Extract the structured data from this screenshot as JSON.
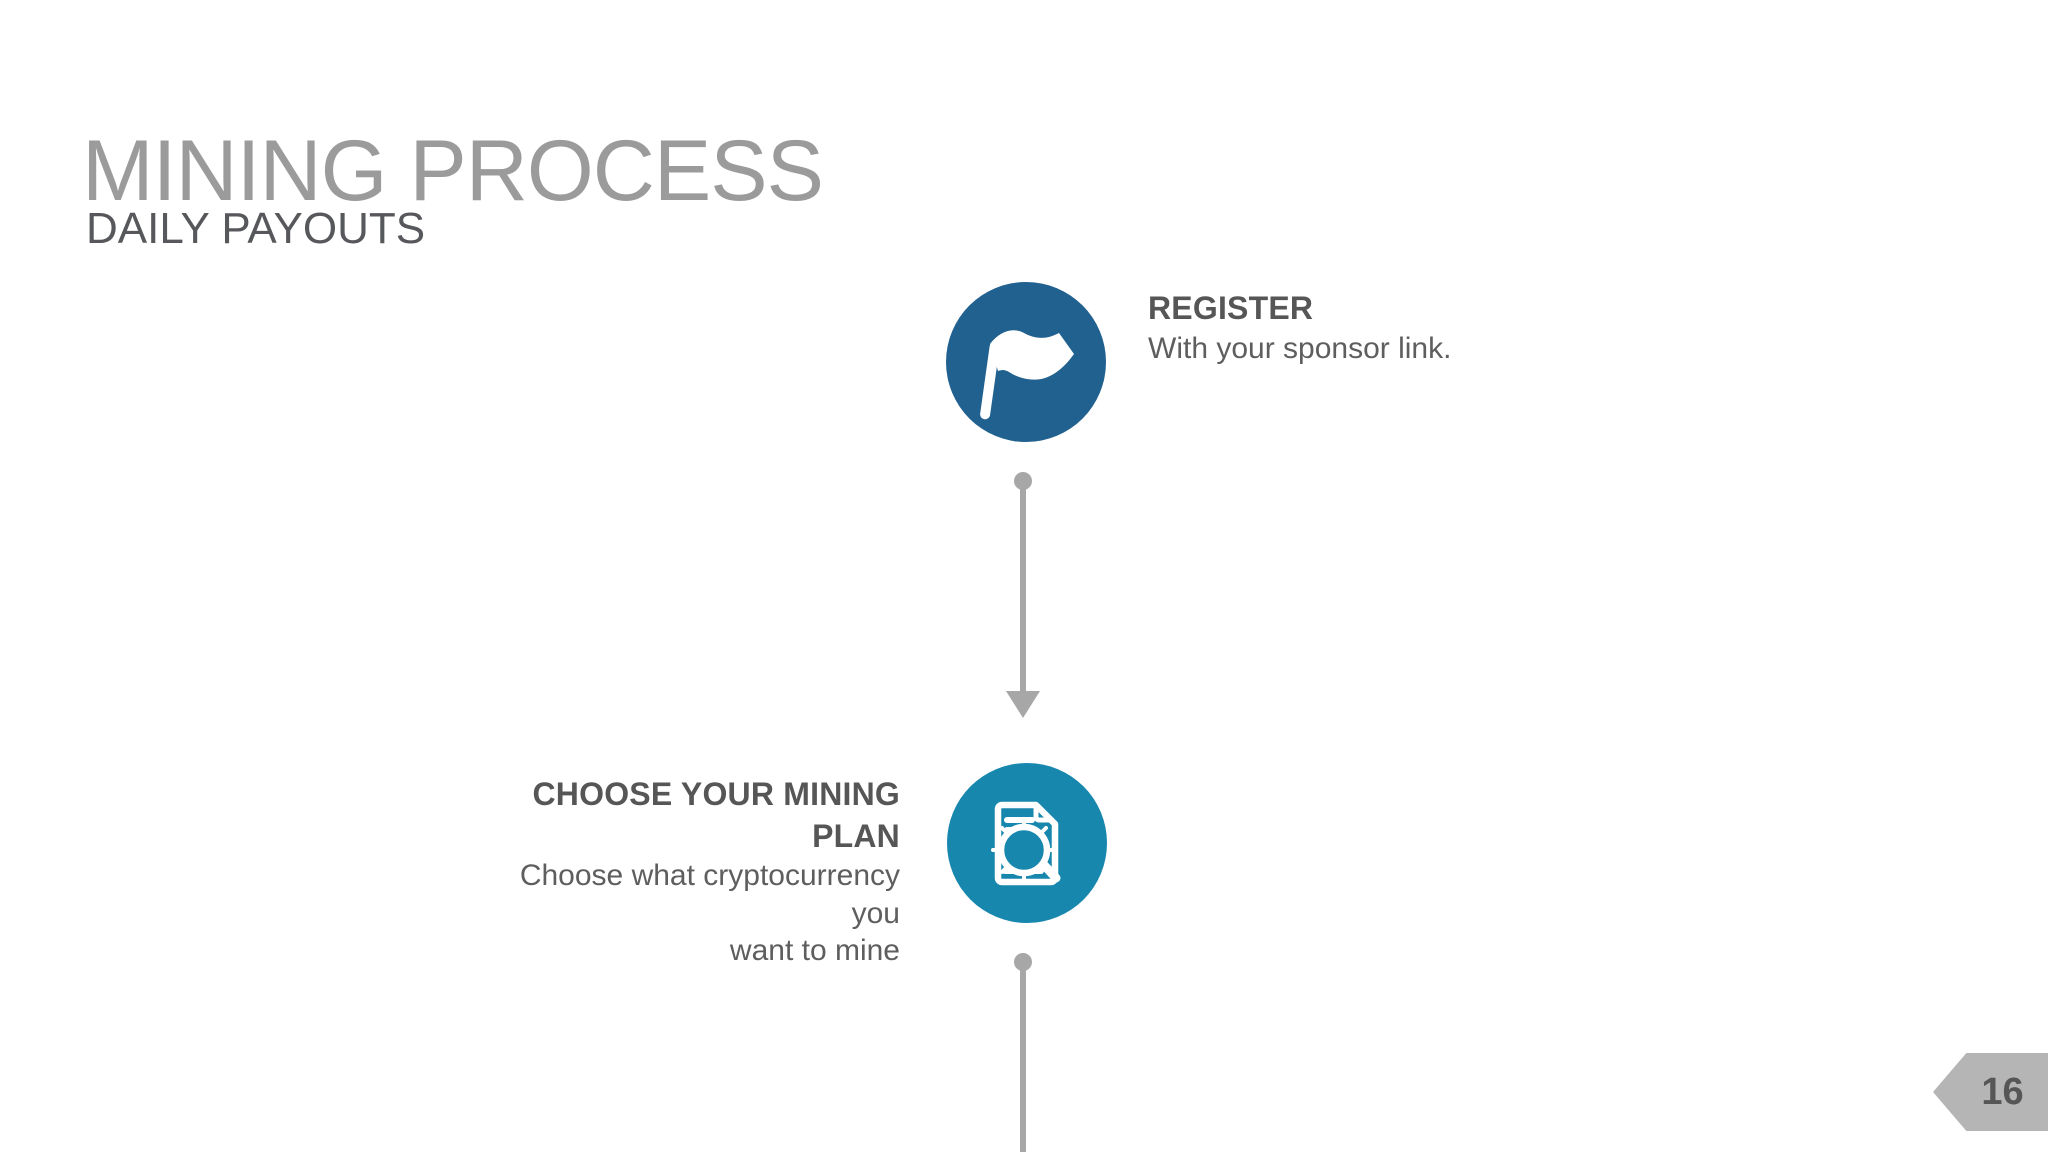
{
  "slide": {
    "title": "MINING PROCESS",
    "subtitle": "DAILY PAYOUTS",
    "page_number": "16",
    "background": "#ffffff"
  },
  "colors": {
    "title_text": "#9b9b9b",
    "subtitle_text": "#57585b",
    "step_title_text": "#565656",
    "step_desc_text": "#5e5e5e",
    "connector": "#a7a7a7",
    "step1_circle": "#20618f",
    "step2_circle": "#1787ae",
    "page_tag_bg": "#b5b5b5",
    "page_tag_text": "#565656"
  },
  "steps": [
    {
      "title": "REGISTER",
      "description": "With your sponsor link.",
      "icon": "flag-icon",
      "text_side": "right"
    },
    {
      "title": "CHOOSE YOUR MINING\nPLAN",
      "description": "Choose what cryptocurrency you\nwant to mine",
      "icon": "document-search-icon",
      "text_side": "left"
    }
  ]
}
